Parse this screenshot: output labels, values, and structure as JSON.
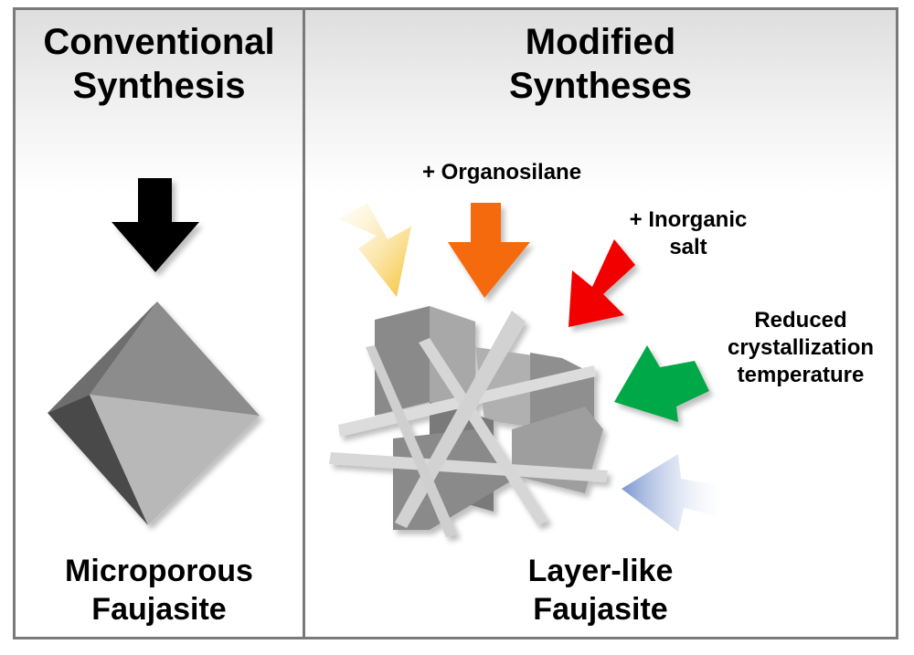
{
  "left_panel": {
    "title_lines": [
      "Conventional",
      "Synthesis"
    ],
    "caption_lines": [
      "Microporous",
      "Faujasite"
    ]
  },
  "right_panel": {
    "title_lines": [
      "Modified",
      "Syntheses"
    ],
    "caption_lines": [
      "Layer-like",
      "Faujasite"
    ],
    "modifications": {
      "organosilane": "+ Organosilane",
      "inorganic_salt_lines": [
        "+ Inorganic",
        "salt"
      ],
      "reduced_temp_lines": [
        "Reduced",
        "crystallization",
        "temperature"
      ]
    }
  },
  "colors": {
    "arrow_conventional": "#000000",
    "arrow_yellow": "#f5c030",
    "arrow_orange": "#f46a0a",
    "arrow_red": "#f20000",
    "arrow_green": "#00a847",
    "arrow_blue": "#7b97d0",
    "crystal_gray": "#9a9a9a"
  },
  "icons": [
    "down-arrow-icon",
    "octahedron-crystal-icon",
    "layered-crystal-icon"
  ]
}
